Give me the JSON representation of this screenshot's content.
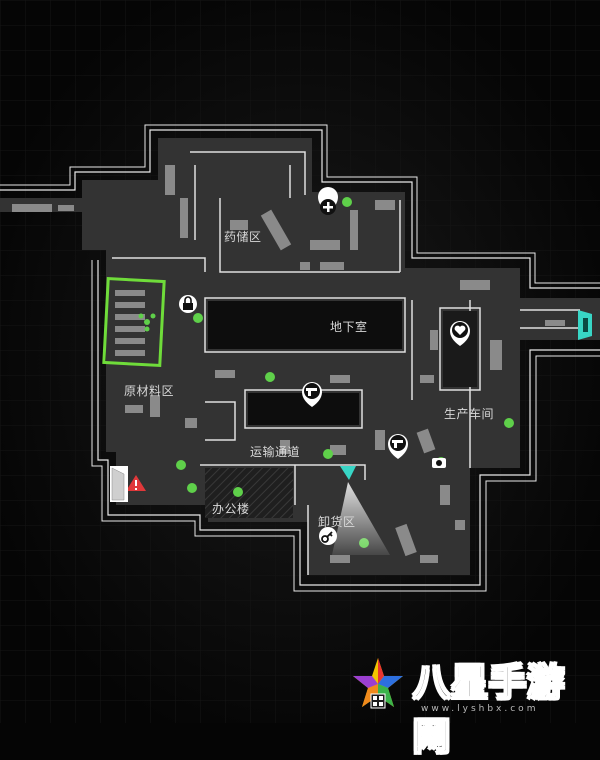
{
  "map": {
    "rooms": {
      "medicine_storage": "药储区",
      "basement": "地下室",
      "raw_material_area": "原材料区",
      "production_workshop": "生产车间",
      "transport_corridor": "运输通道",
      "office_building": "办公楼",
      "unloading_area": "卸货区"
    },
    "markers": {
      "health_station": "plus-icon",
      "locked_door": "padlock-icon",
      "weapon_pickup_1": "pistol-icon",
      "weapon_pickup_2": "pistol-icon",
      "heart_pickup": "heart-icon",
      "key_pickup": "key-icon",
      "hazard_warning": "warning-triangle-icon",
      "player": "player-arrow-icon",
      "exit_door": "exit-door-icon",
      "objective_highlight": "biohazard-icon"
    },
    "colors": {
      "objective_highlight": "#6fdc3a",
      "enemy_dot": "#5fd04a",
      "hazard": "#e0383a",
      "player": "#38d6c6",
      "exit": "#38d6c6"
    }
  },
  "watermark": {
    "title": "八星手游网",
    "url": "www.lyshbx.com"
  }
}
